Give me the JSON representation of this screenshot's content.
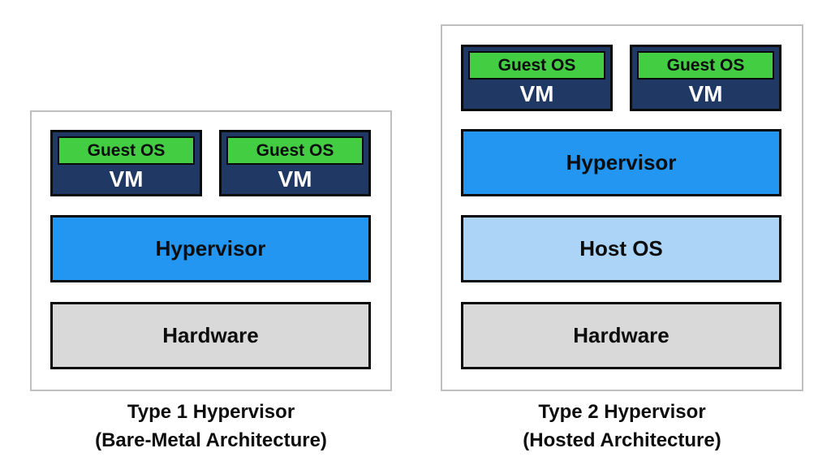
{
  "colors": {
    "vm_bg": "#203864",
    "guest_bg": "#43cd43",
    "hypervisor_bg": "#2296f0",
    "hostos_bg": "#abd4f6",
    "hardware_bg": "#d9d9d9",
    "box_border": "#0a0a0a",
    "frame_border": "#bfbfbf",
    "vm_text": "#ffffff",
    "text": "#0d0d0d"
  },
  "left_diagram": {
    "caption_line1": "Type 1 Hypervisor",
    "caption_line2": "(Bare-Metal Architecture)",
    "vm1": {
      "guest": "Guest OS",
      "vm": "VM"
    },
    "vm2": {
      "guest": "Guest OS",
      "vm": "VM"
    },
    "hypervisor": "Hypervisor",
    "hardware": "Hardware"
  },
  "right_diagram": {
    "caption_line1": "Type 2 Hypervisor",
    "caption_line2": "(Hosted Architecture)",
    "vm1": {
      "guest": "Guest OS",
      "vm": "VM"
    },
    "vm2": {
      "guest": "Guest OS",
      "vm": "VM"
    },
    "hypervisor": "Hypervisor",
    "hostos": "Host OS",
    "hardware": "Hardware"
  }
}
